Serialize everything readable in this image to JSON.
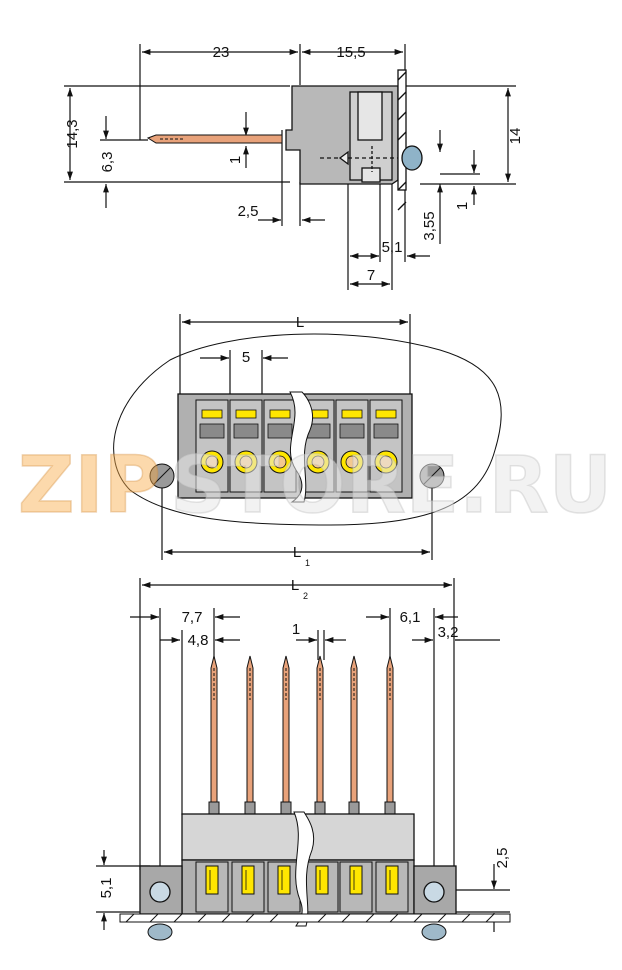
{
  "watermark": {
    "text_orange": "ZIP",
    "text_gray": "STORE.RU"
  },
  "side_view": {
    "labels": {
      "d23": "23",
      "d15_5": "15,5",
      "d14_3": "14,3",
      "d6_3": "6,3",
      "d1a": "1",
      "d2_5": "2,5",
      "d14": "14",
      "d1b": "1",
      "d3_55": "3,55",
      "d5_1": "5,1",
      "d7": "7"
    }
  },
  "top_view": {
    "labels": {
      "L": "L",
      "pitch": "5",
      "L1": "L",
      "L1_sub": "1"
    }
  },
  "front_view": {
    "labels": {
      "L2": "L",
      "L2_sub": "2",
      "d7_7": "7,7",
      "d4_8": "4,8",
      "d1": "1",
      "d6_1": "6,1",
      "d3_2": "3,2",
      "d2_5": "2,5",
      "d5_1": "5,1"
    }
  },
  "colors": {
    "housing": "#b8b8b8",
    "housing_dark": "#8a8a8a",
    "pin": "#e8a27a",
    "marker": "#ffe600",
    "line": "#111111"
  }
}
